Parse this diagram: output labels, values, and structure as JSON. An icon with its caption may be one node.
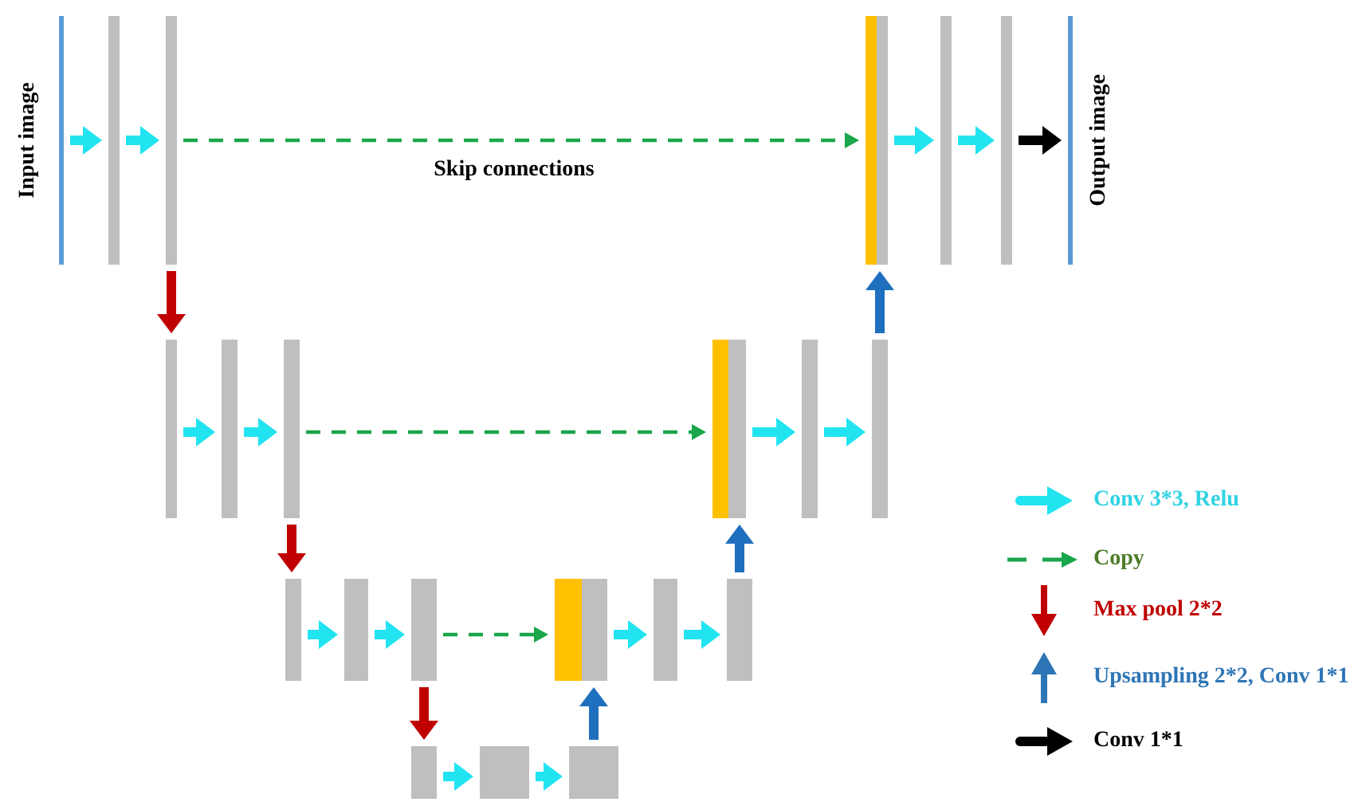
{
  "diagram": {
    "nodes": [
      {
        "text": [],
        "shape": "bar",
        "beside": [
          "Input image"
        ]
      },
      {
        "text": [],
        "shape": "bar"
      },
      {
        "text": [],
        "shape": "bar"
      },
      {
        "text": [],
        "shape": "bar"
      },
      {
        "text": [],
        "shape": "bar"
      },
      {
        "text": [],
        "shape": "bar"
      },
      {
        "text": [],
        "shape": "bar",
        "beside": [
          "Output image"
        ]
      },
      {
        "text": [],
        "shape": "bar"
      },
      {
        "text": [],
        "shape": "bar"
      },
      {
        "text": [],
        "shape": "bar"
      },
      {
        "text": [],
        "shape": "bar"
      },
      {
        "text": [],
        "shape": "bar"
      },
      {
        "text": [],
        "shape": "bar"
      },
      {
        "text": [],
        "shape": "bar"
      },
      {
        "text": [],
        "shape": "bar"
      },
      {
        "text": [],
        "shape": "bar"
      },
      {
        "text": [],
        "shape": "bar"
      },
      {
        "text": [],
        "shape": "bar"
      },
      {
        "text": [],
        "shape": "bar"
      },
      {
        "text": [],
        "shape": "bar"
      },
      {
        "text": [],
        "shape": "bar"
      },
      {
        "text": [],
        "shape": "bar"
      }
    ],
    "edges": [
      {
        "from": 0,
        "to": 1,
        "arrow": "to"
      },
      {
        "from": 1,
        "to": 2,
        "arrow": "to"
      },
      {
        "from": 2,
        "to": 3,
        "arrow": "to",
        "style": "dashed",
        "color": "#1aa64a",
        "label": "Skip connections"
      },
      {
        "from": 3,
        "to": 4,
        "arrow": "to"
      },
      {
        "from": 4,
        "to": 5,
        "arrow": "to"
      },
      {
        "from": 5,
        "to": 6,
        "arrow": "to",
        "color": "#000000"
      },
      {
        "from": 2,
        "to": 7,
        "arrow": "to",
        "color": "#c00000"
      },
      {
        "from": 7,
        "to": 8,
        "arrow": "to"
      },
      {
        "from": 8,
        "to": 9,
        "arrow": "to"
      },
      {
        "from": 9,
        "to": 10,
        "arrow": "to",
        "style": "dashed",
        "color": "#1aa64a"
      },
      {
        "from": 10,
        "to": 11,
        "arrow": "to"
      },
      {
        "from": 11,
        "to": 12,
        "arrow": "to"
      },
      {
        "from": 12,
        "to": 3,
        "arrow": "to",
        "color": "#1f6fbf"
      },
      {
        "from": 9,
        "to": 13,
        "arrow": "to",
        "color": "#c00000"
      },
      {
        "from": 13,
        "to": 14,
        "arrow": "to"
      },
      {
        "from": 14,
        "to": 15,
        "arrow": "to"
      },
      {
        "from": 15,
        "to": 16,
        "arrow": "to",
        "style": "dashed",
        "color": "#1aa64a"
      },
      {
        "from": 16,
        "to": 17,
        "arrow": "to"
      },
      {
        "from": 17,
        "to": 18,
        "arrow": "to"
      },
      {
        "from": 18,
        "to": 10,
        "arrow": "to",
        "color": "#1f6fbf"
      },
      {
        "from": 15,
        "to": 19,
        "arrow": "to",
        "color": "#c00000"
      },
      {
        "from": 19,
        "to": 20,
        "arrow": "to"
      },
      {
        "from": 20,
        "to": 21,
        "arrow": "to"
      },
      {
        "from": 21,
        "to": 16,
        "arrow": "to",
        "color": "#1f6fbf"
      }
    ],
    "legend": [
      {
        "text": "Conv 3*3, Relu"
      },
      {
        "text": "Copy"
      },
      {
        "text": "Max pool 2*2"
      },
      {
        "text": "Upsampling 2*2, Conv 1*1"
      },
      {
        "text": "Conv 1*1"
      }
    ]
  }
}
